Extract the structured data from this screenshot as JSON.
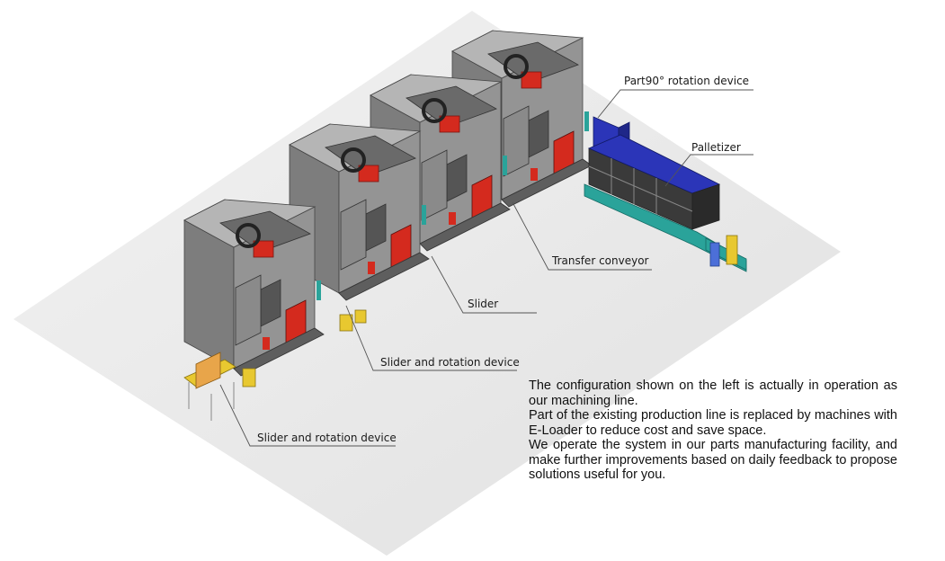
{
  "callouts": {
    "rotation_device": "Part90° rotation device",
    "palletizer": "Palletizer",
    "transfer_conveyor": "Transfer conveyor",
    "slider": "Slider",
    "slider_rotation_1": "Slider and rotation device",
    "slider_rotation_2": "Slider and rotation device"
  },
  "description": {
    "line1": "The configuration shown on the left is actually in operation as our machining line.",
    "line2": "Part of the existing production line is replaced by machines with E-Loader to reduce cost and save space.",
    "line3": "We operate the system in our parts manufacturing facility, and make further improvements based on daily feedback to propose solutions useful for you."
  },
  "colors": {
    "floor": "#e9e9e9",
    "machine_body": "#8c8c8c",
    "machine_dark": "#5e5e5e",
    "accent_red": "#d42a1e",
    "palletizer_blue": "#2b35b8",
    "conveyor_teal": "#2aa39a",
    "yellow": "#e8c830"
  }
}
